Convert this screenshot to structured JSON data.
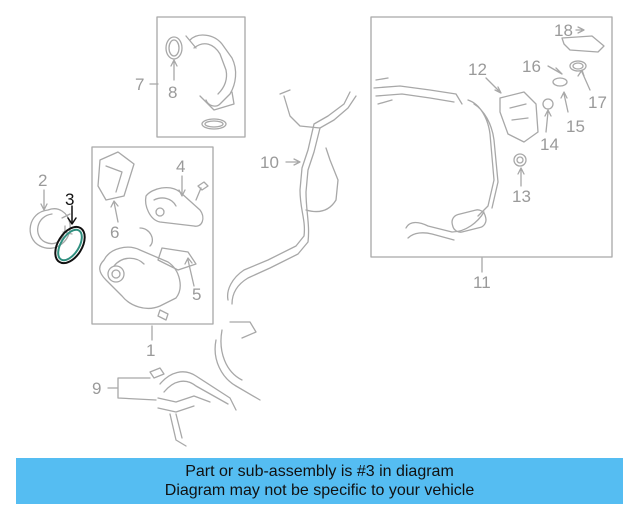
{
  "callouts": {
    "c1": "1",
    "c2": "2",
    "c3": "3",
    "c4": "4",
    "c5": "5",
    "c6": "6",
    "c7": "7",
    "c8": "8",
    "c9": "9",
    "c10": "10",
    "c11": "11",
    "c12": "12",
    "c13": "13",
    "c14": "14",
    "c15": "15",
    "c16": "16",
    "c17": "17",
    "c18": "18"
  },
  "highlighted_part": "3",
  "colors": {
    "banner": "#55bdf2",
    "part_lines": "#a8a8a8",
    "highlight": "#111111",
    "highlight_ring": "#2f8f7f"
  },
  "banner": {
    "line1": "Part or sub-assembly is #3 in diagram",
    "line2": "Diagram may not be specific to your vehicle"
  }
}
